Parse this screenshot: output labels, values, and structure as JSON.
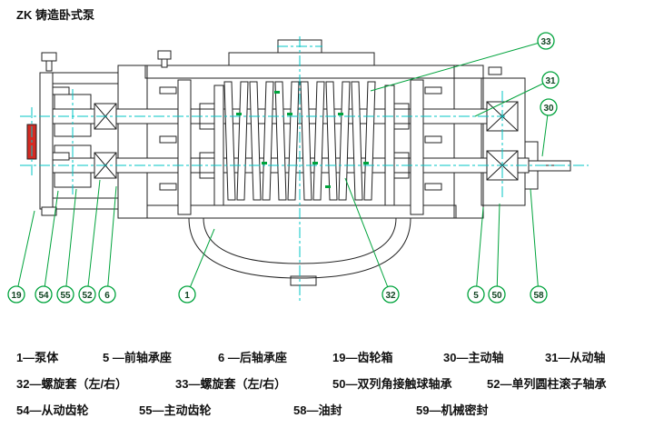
{
  "title": "ZK 铸造卧式泵",
  "colors": {
    "hatch": "#d04545",
    "outline": "#222222",
    "centerline": "#00c6c6",
    "callout_green": "#00a33c",
    "accent_red": "#d42a22"
  },
  "callouts": [
    {
      "label": "33"
    },
    {
      "label": "31"
    },
    {
      "label": "30"
    },
    {
      "label": "19"
    },
    {
      "label": "54"
    },
    {
      "label": "55"
    },
    {
      "label": "52"
    },
    {
      "label": "6"
    },
    {
      "label": "1"
    },
    {
      "label": "32"
    },
    {
      "label": "5"
    },
    {
      "label": "50"
    },
    {
      "label": "58"
    }
  ],
  "legend": {
    "items": [
      "1—泵体",
      "5 —前轴承座",
      "6 —后轴承座",
      "19—齿轮箱",
      "30—主动轴",
      "31—从动轴",
      "32—螺旋套（左/右）",
      "33—螺旋套（左/右）",
      "50—双列角接触球轴承",
      "52—单列圆柱滚子轴承",
      "54—从动齿轮",
      "55—主动齿轮",
      "58—油封",
      "59—机械密封"
    ]
  }
}
